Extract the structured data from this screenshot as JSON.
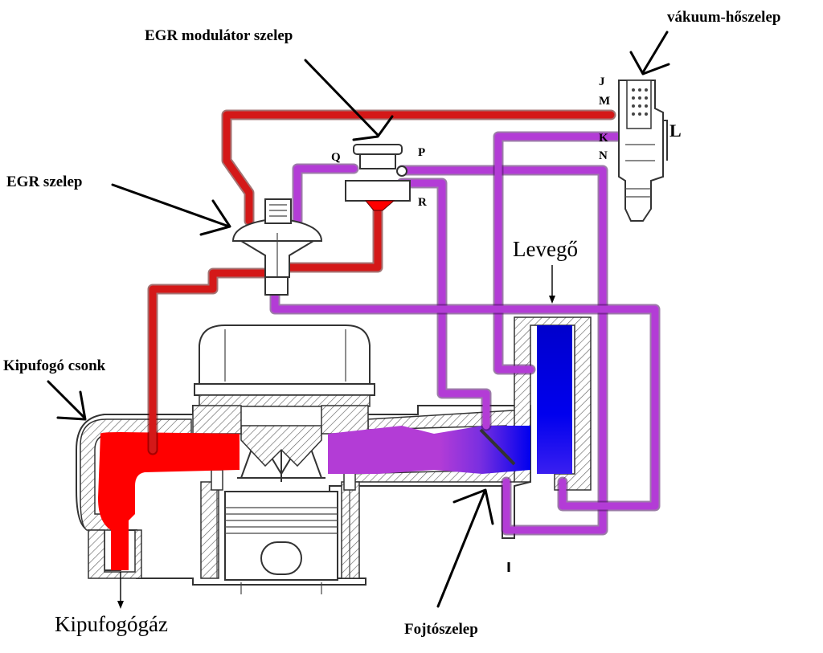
{
  "labels": {
    "egr_modulator": "EGR modulátor szelep",
    "vacuum_heat_valve": "vákuum-hőszelep",
    "egr_valve": "EGR szelep",
    "exhaust_manifold": "Kipufogó csonk",
    "exhaust_gas": "Kipufogógáz",
    "air": "Levegő",
    "throttle_valve": "Fojtószelep"
  },
  "ports": {
    "q": "Q",
    "p": "P",
    "r": "R",
    "j": "J",
    "m": "M",
    "k": "K",
    "n": "N",
    "l": "L"
  },
  "colors": {
    "exhaust": "#ff0000",
    "vacuum": "#b33cd6",
    "intake_air": "#0000ee",
    "drawing": "#333333"
  }
}
